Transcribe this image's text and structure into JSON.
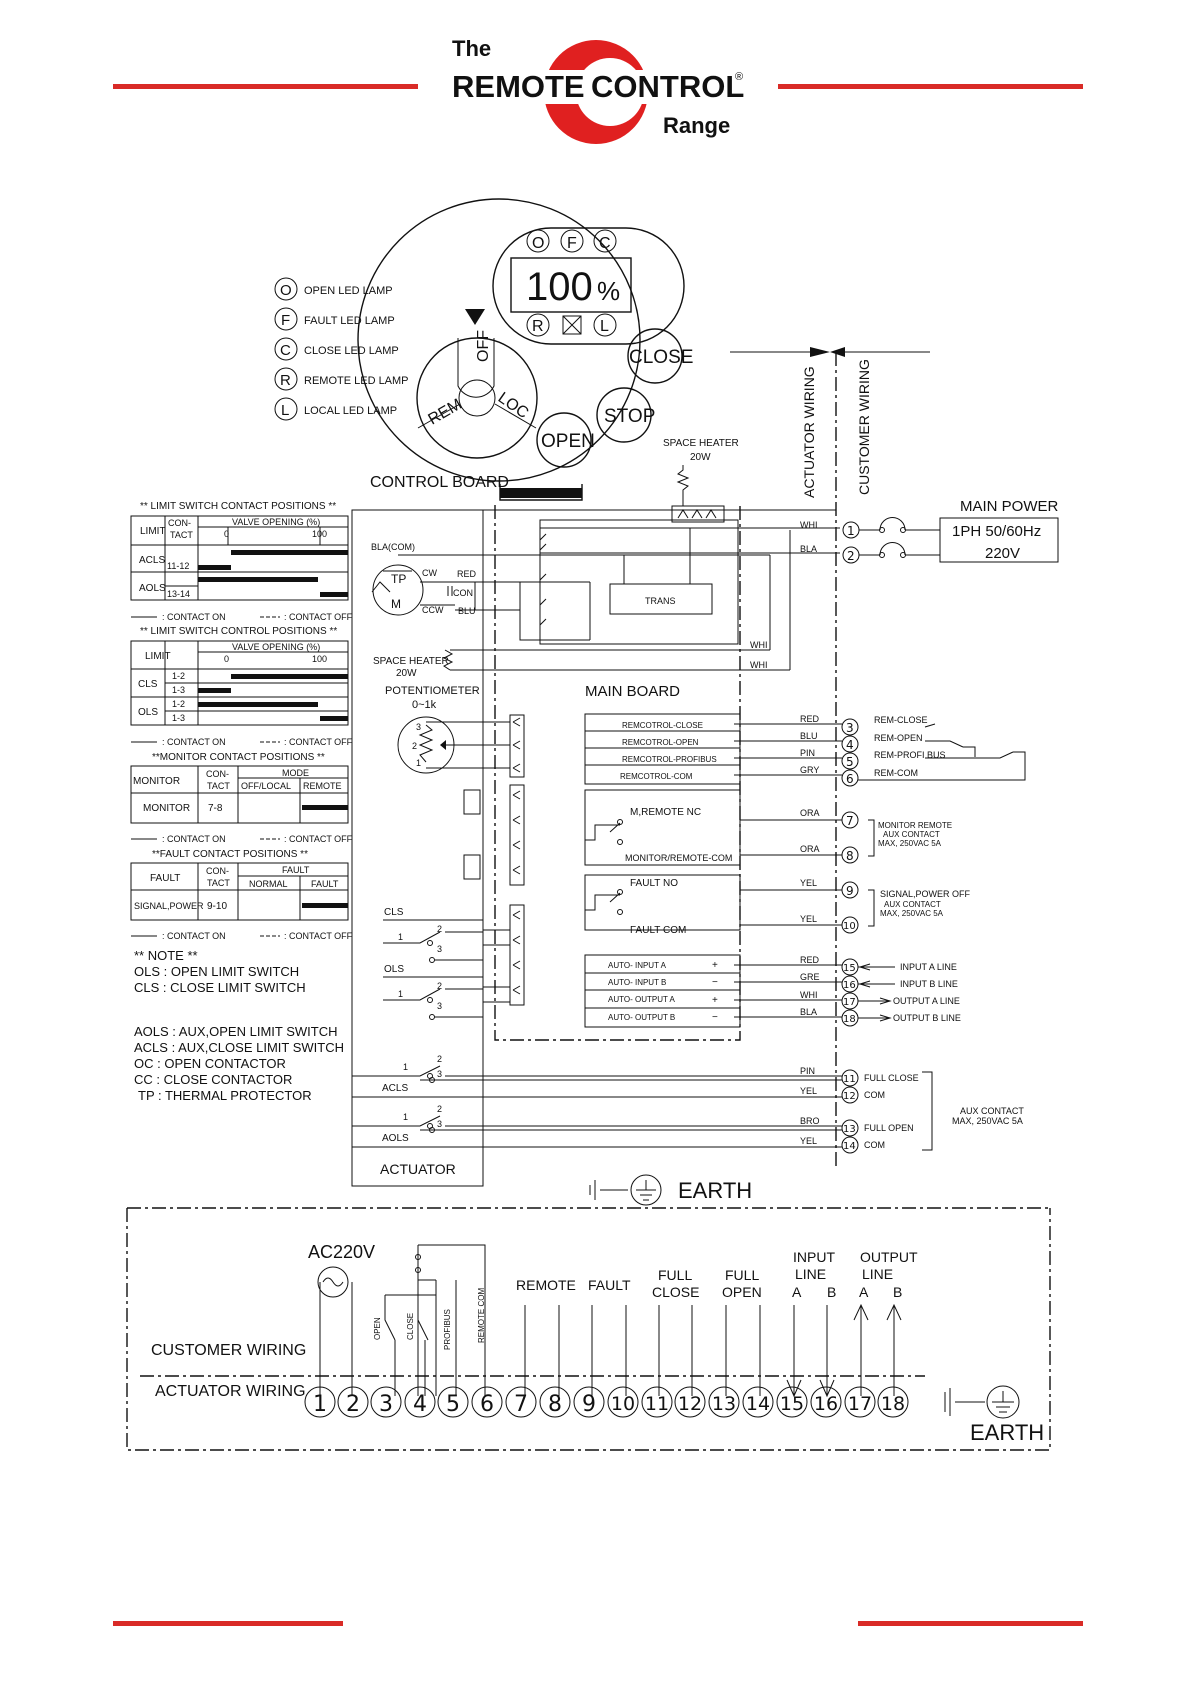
{
  "header": {
    "logo_the": "The",
    "logo_remote": "REMOTE",
    "logo_control": "CONTROL",
    "logo_reg": "®",
    "logo_range": "Range",
    "brand_color": "#e02020",
    "rule_color": "#d92b27"
  },
  "control_head": {
    "display_value": "100",
    "display_unit": "%",
    "lamp_o": "O",
    "lamp_f": "F",
    "lamp_c": "C",
    "lamp_r": "R",
    "lamp_l": "L",
    "selector_off": "OFF",
    "selector_rem": "REM",
    "selector_loc": "LOC",
    "btn_close": "CLOSE",
    "btn_stop": "STOP",
    "btn_open": "OPEN",
    "control_board": "CONTROL BOARD"
  },
  "lamp_legend": [
    {
      "sym": "O",
      "label": "OPEN LED LAMP"
    },
    {
      "sym": "F",
      "label": "FAULT LED LAMP"
    },
    {
      "sym": "C",
      "label": "CLOSE LED LAMP"
    },
    {
      "sym": "R",
      "label": "REMOTE LED LAMP"
    },
    {
      "sym": "L",
      "label": "LOCAL LED LAMP"
    }
  ],
  "tables": {
    "limit_switch": {
      "title": "** LIMIT SWITCH CONTACT POSITIONS **",
      "col_limit": "LIMIT",
      "col_contact": "CON-\nTACT",
      "col_valve": "VALVE OPENING (%)",
      "v0": "0",
      "v100": "100",
      "rows": [
        {
          "name": "ACLS",
          "contact": "11-12"
        },
        {
          "name": "AOLS",
          "contact": "13-14"
        }
      ],
      "legend_on": ": CONTACT ON",
      "legend_off": ": CONTACT OFF"
    },
    "limit_control": {
      "title": "** LIMIT SWITCH CONTROL POSITIONS **",
      "col_limit": "LIMIT",
      "col_valve": "VALVE OPENING (%)",
      "v0": "0",
      "v100": "100",
      "rows": [
        {
          "name": "CLS",
          "contacts": [
            "1-2",
            "1-3"
          ]
        },
        {
          "name": "OLS",
          "contacts": [
            "1-2",
            "1-3"
          ]
        }
      ],
      "legend_on": ": CONTACT ON",
      "legend_off": ": CONTACT OFF"
    },
    "monitor": {
      "title": "**MONITOR CONTACT POSITIONS **",
      "col_monitor": "MONITOR",
      "col_contact": "CON-\nTACT",
      "col_mode": "MODE",
      "col_offlocal": "OFF/LOCAL",
      "col_remote": "REMOTE",
      "row_name": "MONITOR",
      "row_contact": "7-8",
      "legend_on": ": CONTACT ON",
      "legend_off": ": CONTACT OFF"
    },
    "fault": {
      "title": "**FAULT CONTACT POSITIONS **",
      "col_fault": "FAULT",
      "col_contact": "CON-\nTACT",
      "col_group": "FAULT",
      "col_normal": "NORMAL",
      "col_fault2": "FAULT",
      "row_name": "SIGNAL,POWER",
      "row_contact": "9-10",
      "legend_on": ": CONTACT ON",
      "legend_off": ": CONTACT OFF"
    }
  },
  "notes": {
    "title": "** NOTE **",
    "lines": [
      "OLS : OPEN LIMIT SWITCH",
      "CLS : CLOSE LIMIT SWITCH",
      "",
      "AOLS : AUX,OPEN LIMIT SWITCH",
      "ACLS : AUX,CLOSE LIMIT SWITCH",
      "OC : OPEN CONTACTOR",
      "CC : CLOSE CONTACTOR",
      "TP : THERMAL PROTECTOR"
    ]
  },
  "schematic": {
    "actuator_wiring": "ACTUATOR WIRING",
    "customer_wiring": "CUSTOMER WIRING",
    "space_heater_top": "SPACE HEATER",
    "space_heater_top_w": "20W",
    "space_heater_left": "SPACE HEATER",
    "space_heater_left_w": "20W",
    "main_power": "MAIN POWER",
    "main_power_spec": "1PH 50/60Hz",
    "main_power_v": "220V",
    "bla_com": "BLA(COM)",
    "motor_tp": "TP",
    "motor_m": "M",
    "cw": "CW",
    "ccw": "CCW",
    "red": "RED",
    "con": "CON",
    "blu": "BLU",
    "trans": "TRANS",
    "whi": "WHI",
    "bla": "BLA",
    "potentiometer": "POTENTIOMETER",
    "pot_range": "0~1k",
    "main_board": "MAIN  BOARD",
    "rem_rows": [
      "REMCOTROL-CLOSE",
      "REMCOTROL-OPEN",
      "REMCOTROL-PROFIBUS",
      "REMCOTROL-COM"
    ],
    "rem_colors": [
      "RED",
      "BLU",
      "PIN",
      "GRY"
    ],
    "rem_terms": [
      "3",
      "4",
      "5",
      "6"
    ],
    "rem_labels": [
      "REM-CLOSE",
      "REM-OPEN",
      "REM-PROFI BUS",
      "REM-COM"
    ],
    "m_remote_nc": "M,REMOTE NC",
    "monitor_remote_com": "MONITOR/REMOTE-COM",
    "ora": "ORA",
    "monitor_terms": [
      "7",
      "8"
    ],
    "monitor_desc": [
      "MONITOR REMOTE",
      "AUX CONTACT",
      "MAX, 250VAC 5A"
    ],
    "fault_no": "FAULT NO",
    "fault_com": "FAULT COM",
    "yel": "YEL",
    "fault_terms": [
      "9",
      "10"
    ],
    "fault_desc": [
      "SIGNAL,POWER OFF",
      "AUX CONTACT",
      "MAX, 250VAC 5A"
    ],
    "auto_rows": [
      "AUTO- INPUT A",
      "AUTO- INPUT B",
      "AUTO- OUTPUT A",
      "AUTO- OUTPUT B"
    ],
    "auto_signs": [
      "+",
      "−",
      "+",
      "−"
    ],
    "auto_colors": [
      "RED",
      "GRE",
      "WHI",
      "BLA"
    ],
    "auto_terms": [
      "15",
      "16",
      "17",
      "18"
    ],
    "auto_labels": [
      "INPUT A LINE",
      "INPUT B LINE",
      "OUTPUT A LINE",
      "OUTPUT B LINE"
    ],
    "cls": "CLS",
    "ols": "OLS",
    "acls": "ACLS",
    "aols": "AOLS",
    "sw_1": "1",
    "sw_2": "2",
    "sw_3": "3",
    "aux_colors": [
      "PIN",
      "YEL",
      "BRO",
      "YEL"
    ],
    "aux_terms": [
      "11",
      "12",
      "13",
      "14"
    ],
    "aux_labels": [
      "FULL CLOSE",
      "COM",
      "FULL OPEN",
      "COM"
    ],
    "aux_desc": [
      "AUX CONTACT",
      "MAX, 250VAC 5A"
    ],
    "actuator": "ACTUATOR",
    "earth": "EARTH",
    "term_1": "1",
    "term_2": "2"
  },
  "terminal_strip": {
    "ac220v": "AC220V",
    "open": "OPEN",
    "close": "CLOSE",
    "profibus": "PROFIBUS",
    "remote_com": "REMOTE COM",
    "remote": "REMOTE",
    "fault": "FAULT",
    "full_close": [
      "FULL",
      "CLOSE"
    ],
    "full_open": [
      "FULL",
      "OPEN"
    ],
    "input_line": [
      "INPUT",
      "LINE"
    ],
    "output_line": [
      "OUTPUT",
      "LINE"
    ],
    "a": "A",
    "b": "B",
    "customer_wiring": "CUSTOMER WIRING",
    "actuator_wiring": "ACTUATOR WIRING",
    "terminals": [
      "1",
      "2",
      "3",
      "4",
      "5",
      "6",
      "7",
      "8",
      "9",
      "10",
      "11",
      "12",
      "13",
      "14",
      "15",
      "16",
      "17",
      "18"
    ],
    "earth": "EARTH"
  }
}
